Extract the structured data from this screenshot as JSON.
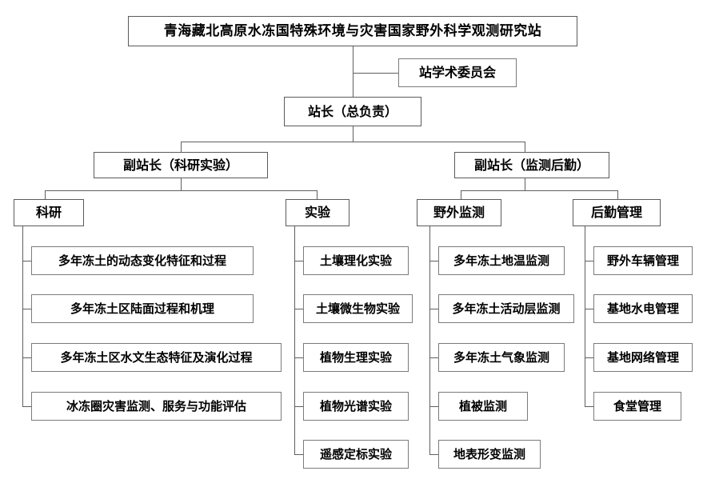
{
  "diagram": {
    "type": "organization-chart",
    "title_box": {
      "label": "青海藏北高原水冻国特殊环境与灾害国家野外科学观测研究站"
    },
    "committee_box": {
      "label": "站学术委员会"
    },
    "director_box": {
      "label": "站长（总负责）"
    },
    "deputy_boxes": [
      {
        "label": "副站长（科研实验）"
      },
      {
        "label": "副站长（监测后勤）"
      }
    ],
    "department_boxes": [
      {
        "label": "科研"
      },
      {
        "label": "实验"
      },
      {
        "label": "野外监测"
      },
      {
        "label": "后勤管理"
      }
    ],
    "columns": [
      {
        "parent": "科研",
        "items": [
          {
            "label": "多年冻土的动态变化特征和过程"
          },
          {
            "label": "多年冻土区陆面过程和机理"
          },
          {
            "label": "多年冻土区水文生态特征及演化过程"
          },
          {
            "label": "冰冻圈灾害监测、服务与功能评估"
          }
        ]
      },
      {
        "parent": "实验",
        "items": [
          {
            "label": "土壤理化实验"
          },
          {
            "label": "土壤微生物实验"
          },
          {
            "label": "植物生理实验"
          },
          {
            "label": "植物光谱实验"
          },
          {
            "label": "遥感定标实验"
          }
        ]
      },
      {
        "parent": "野外监测",
        "items": [
          {
            "label": "多年冻土地温监测"
          },
          {
            "label": "多年冻土活动层监测"
          },
          {
            "label": "多年冻土气象监测"
          },
          {
            "label": "植被监测"
          },
          {
            "label": "地表形变监测"
          }
        ]
      },
      {
        "parent": "后勤管理",
        "items": [
          {
            "label": "野外车辆管理"
          },
          {
            "label": "基地水电管理"
          },
          {
            "label": "基地网络管理"
          },
          {
            "label": "食堂管理"
          }
        ]
      }
    ],
    "colors": {
      "box_border": "#7b7b7b",
      "connector": "#5f5f5f",
      "background": "#ffffff",
      "text": "#000000"
    }
  }
}
